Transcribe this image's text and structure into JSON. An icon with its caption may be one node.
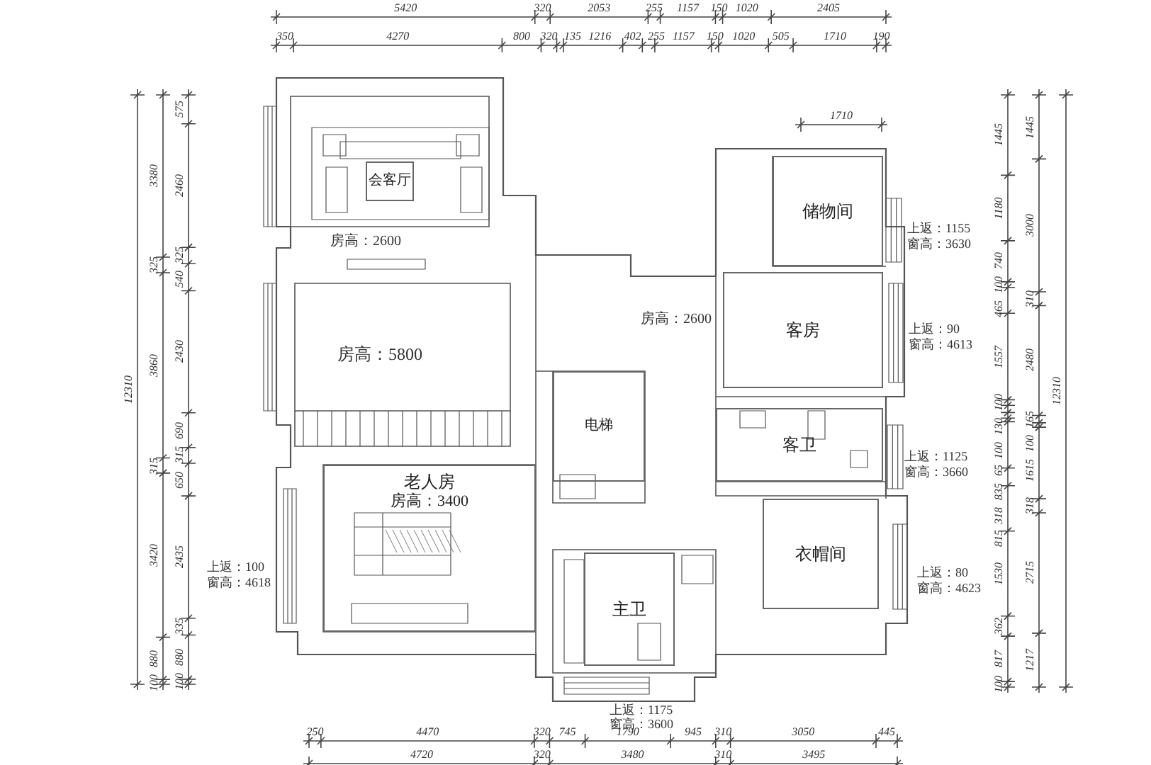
{
  "diagram": {
    "nodes": [
      {
        "text": [
          "会客厅"
        ]
      },
      {
        "text": [
          "储物间"
        ]
      },
      {
        "text": [
          "客房"
        ]
      },
      {
        "text": [
          "电梯"
        ]
      },
      {
        "text": [
          "客卫"
        ]
      },
      {
        "text": [
          "老人房",
          "房高：3400"
        ]
      },
      {
        "text": [
          "衣帽间"
        ]
      },
      {
        "text": [
          "主卫"
        ]
      }
    ],
    "labels": [
      "5420",
      "320",
      "2053",
      "255",
      "1157",
      "150",
      "1020",
      "2405",
      "350",
      "4270",
      "800",
      "320",
      "135",
      "1216",
      "402",
      "255",
      "1157",
      "150",
      "1020",
      "505",
      "1710",
      "190",
      "1710",
      "12310",
      "3380",
      "325",
      "3860",
      "315",
      "3420",
      "880",
      "100",
      "575",
      "2460",
      "325",
      "540",
      "2430",
      "690",
      "315",
      "650",
      "2435",
      "335",
      "880",
      "100",
      "1445",
      "1180",
      "740",
      "100",
      "465",
      "1557",
      "100",
      "130",
      "100",
      "65",
      "835",
      "318",
      "815",
      "1530",
      "362",
      "817",
      "100",
      "1445",
      "3000",
      "310",
      "2480",
      "165",
      "100",
      "1615",
      "318",
      "2715",
      "1217",
      "12310",
      "房高：2600",
      "房高：5800",
      "房高：2600",
      "上返：1155",
      "窗高：3630",
      "上返：90",
      "窗高：4613",
      "上返：1125",
      "窗高：3660",
      "上返：80",
      "窗高：4623",
      "上返：100",
      "窗高：4618",
      "上返：1175",
      "窗高：3600",
      "250",
      "4470",
      "320",
      "745",
      "1790",
      "945",
      "310",
      "3050",
      "445",
      "4720",
      "320",
      "3480",
      "310",
      "3495"
    ]
  }
}
